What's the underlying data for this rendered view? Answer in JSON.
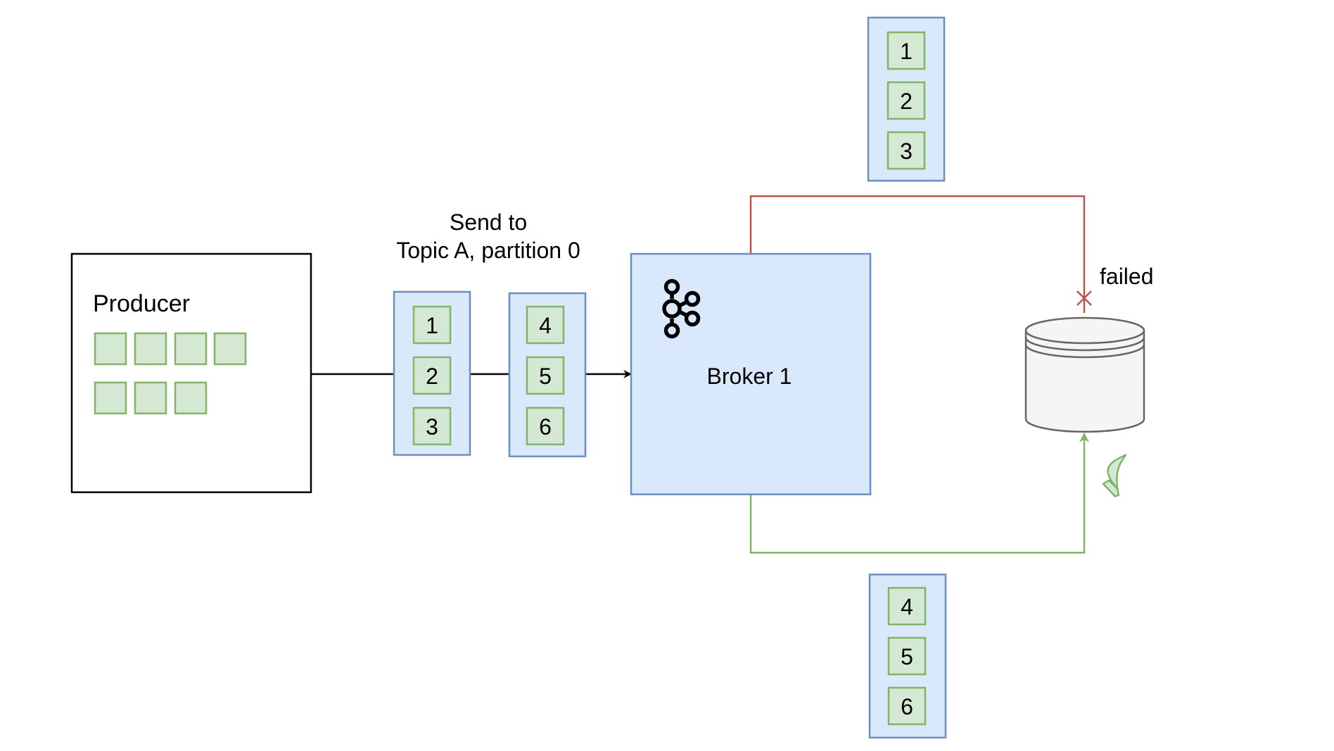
{
  "producer": {
    "label": "Producer"
  },
  "send_label": {
    "line1": "Send to",
    "line2": "Topic A, partition 0"
  },
  "broker": {
    "label": "Broker 1",
    "icon": "kafka-icon"
  },
  "storage": {
    "icon": "database-icon"
  },
  "failed_label": "failed",
  "success_icon": "checkmark-icon",
  "batches": {
    "batch_a": [
      "1",
      "2",
      "3"
    ],
    "batch_b": [
      "4",
      "5",
      "6"
    ]
  },
  "colors": {
    "batch_fill": "#dae8fc",
    "batch_stroke": "#6c8ebf",
    "message_fill": "#d5e8d4",
    "message_stroke": "#82b366",
    "failed_line": "#b85450",
    "success_line": "#82b366",
    "database_fill": "#f5f5f5",
    "database_stroke": "#666666"
  }
}
